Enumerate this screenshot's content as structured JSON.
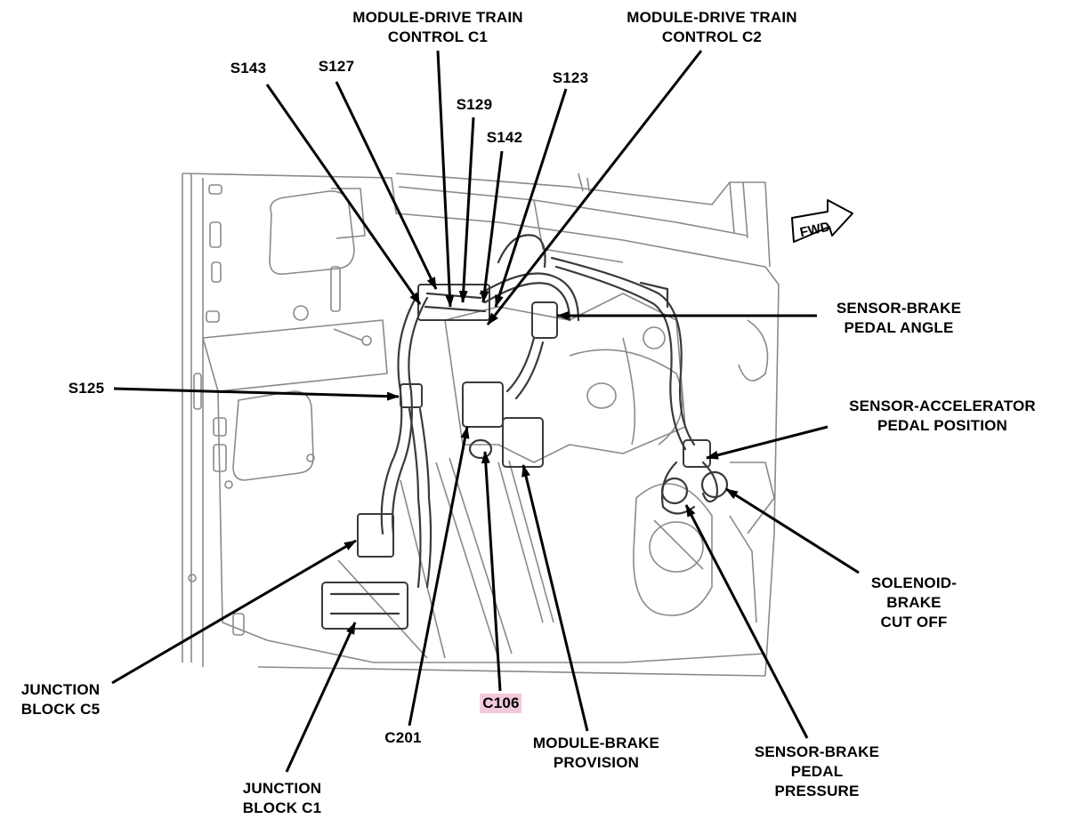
{
  "colors": {
    "line": "#000000",
    "drawing": "#8a8a8a",
    "drawing_dark": "#3a3a3a",
    "highlight": "#f2c9dc"
  },
  "fwd_label": "FWD",
  "callouts": [
    {
      "id": "module-drive-train-control-c1",
      "lines": [
        "MODULE-DRIVE TRAIN",
        "CONTROL C1"
      ]
    },
    {
      "id": "module-drive-train-control-c2",
      "lines": [
        "MODULE-DRIVE TRAIN",
        "CONTROL C2"
      ]
    },
    {
      "id": "s143",
      "lines": [
        "S143"
      ]
    },
    {
      "id": "s127",
      "lines": [
        "S127"
      ]
    },
    {
      "id": "s129",
      "lines": [
        "S129"
      ]
    },
    {
      "id": "s123",
      "lines": [
        "S123"
      ]
    },
    {
      "id": "s142",
      "lines": [
        "S142"
      ]
    },
    {
      "id": "sensor-brake-pedal-angle",
      "lines": [
        "SENSOR-BRAKE",
        "PEDAL ANGLE"
      ]
    },
    {
      "id": "s125",
      "lines": [
        "S125"
      ]
    },
    {
      "id": "sensor-accelerator-pedal-position",
      "lines": [
        "SENSOR-ACCELERATOR",
        "PEDAL POSITION"
      ]
    },
    {
      "id": "solenoid-brake-cut-off",
      "lines": [
        "SOLENOID-",
        "BRAKE",
        "CUT OFF"
      ]
    },
    {
      "id": "junction-block-c5",
      "lines": [
        "JUNCTION",
        "BLOCK C5"
      ]
    },
    {
      "id": "c106",
      "lines": [
        "C106"
      ],
      "highlighted": true
    },
    {
      "id": "c201",
      "lines": [
        "C201"
      ]
    },
    {
      "id": "module-brake-provision",
      "lines": [
        "MODULE-BRAKE",
        "PROVISION"
      ]
    },
    {
      "id": "sensor-brake-pedal-pressure",
      "lines": [
        "SENSOR-BRAKE",
        "PEDAL",
        "PRESSURE"
      ]
    },
    {
      "id": "junction-block-c1",
      "lines": [
        "JUNCTION",
        "BLOCK C1"
      ]
    }
  ]
}
